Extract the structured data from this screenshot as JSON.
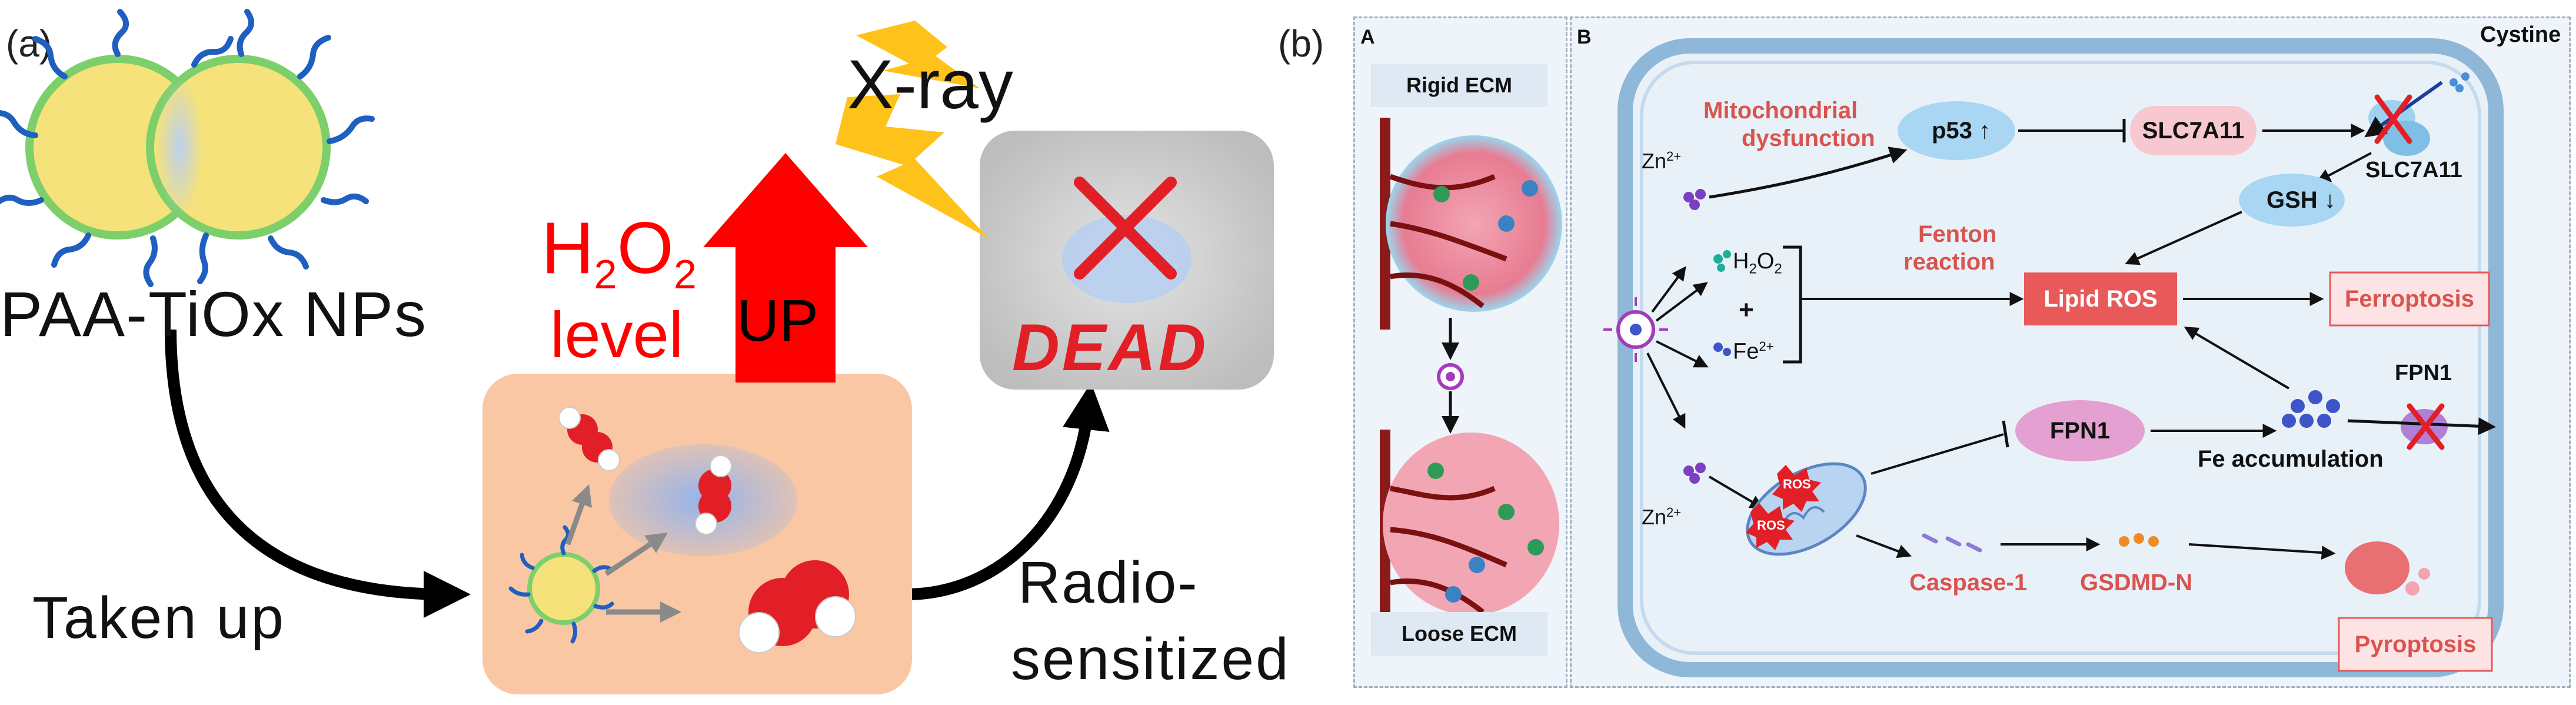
{
  "panel_a": {
    "label": "(a)",
    "np_label": "PAA-TiOx NPs",
    "xray": "X-ray",
    "h2o2_main": "H",
    "h2o2_sub1": "2",
    "h2o2_mid": "O",
    "h2o2_sub2": "2",
    "level": "level",
    "up": "UP",
    "taken_up": "Taken up",
    "radio": "Radio-",
    "sensitized": "sensitized",
    "dead": "DEAD",
    "colors": {
      "red": "#ff0000",
      "nanoparticle": "#f5e27a",
      "shell": "#7ccf6a",
      "cell": "#f9c7a3",
      "dead_bg": "#bfbfbf",
      "bolt": "#ffc21a"
    }
  },
  "panel_b": {
    "label": "(b)",
    "section_a": "A",
    "section_b": "B",
    "rigid_ecm": "Rigid ECM",
    "loose_ecm": "Loose ECM",
    "zn_top": "Zn",
    "zn_top_sup": "2+",
    "zn_bottom": "Zn",
    "zn_bottom_sup": "2+",
    "mito": "Mitochondrial",
    "mito2": "dysfunction",
    "p53": "p53",
    "slc_box": "SLC7A11",
    "cystine": "Cystine",
    "slc_right": "SLC7A11",
    "gsh": "GSH",
    "fenton1": "Fenton",
    "fenton2": "reaction",
    "h2o2": "H",
    "h2o2_sub": "2",
    "h2o2_o": "O",
    "h2o2_sub2": "2",
    "plus": "+",
    "fe": "Fe",
    "fe_sup": "2+",
    "lipid_ros": "Lipid ROS",
    "ferroptosis": "Ferroptosis",
    "fpn1_right": "FPN1",
    "fpn1_center": "FPN1",
    "fe_acc": "Fe accumulation",
    "ros": "ROS",
    "ros2": "ROS",
    "caspase": "Caspase-1",
    "gsdmd": "GSDMD-N",
    "pyroptosis": "Pyroptosis",
    "colors": {
      "red_text": "#d9534f",
      "box_red": "#e8595a",
      "pink": "#f7c8cf",
      "blue": "#a9d6f2",
      "purple": "#e3a0d0",
      "bg": "#eef4fa"
    }
  }
}
